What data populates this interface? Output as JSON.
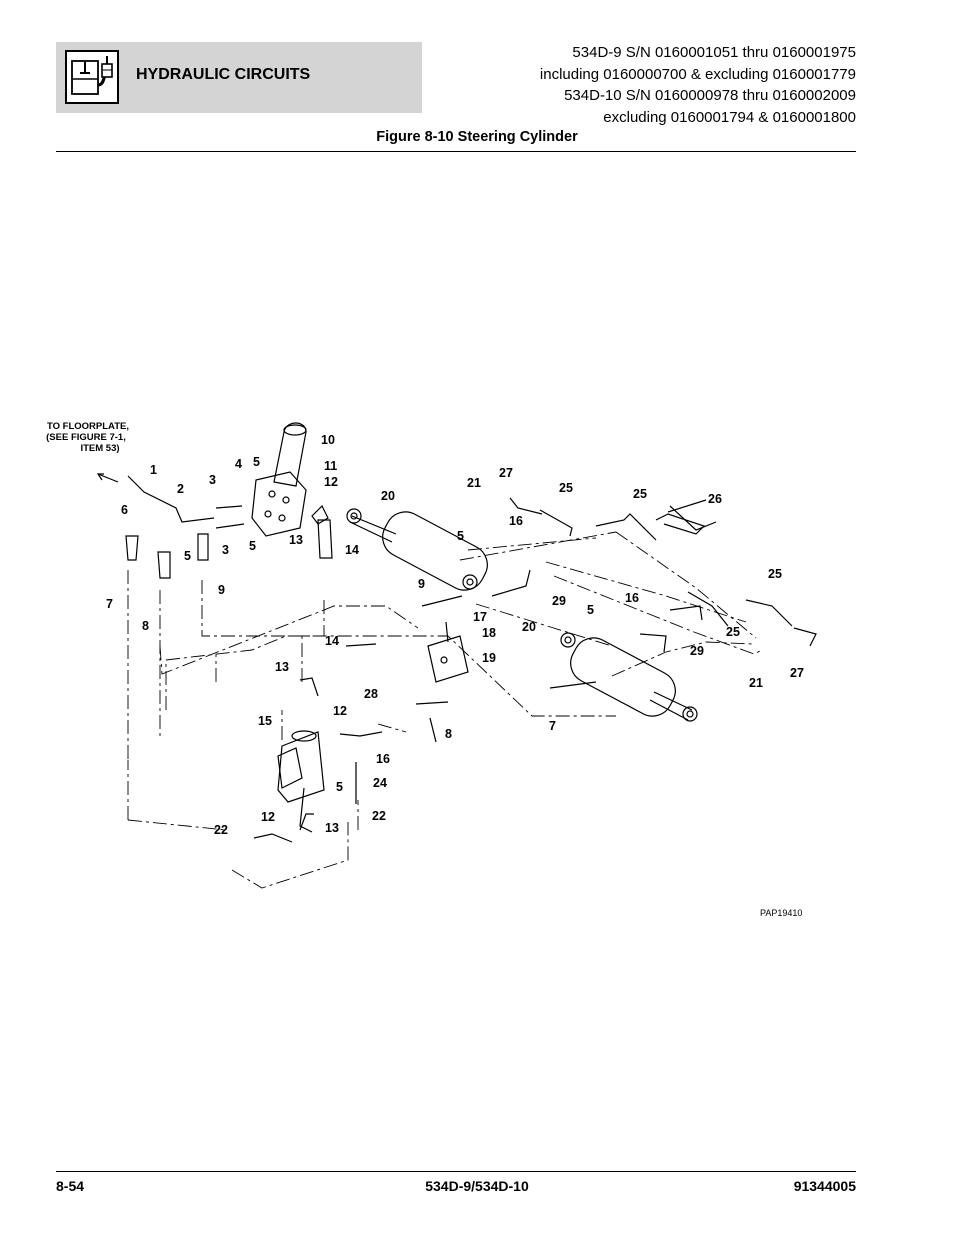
{
  "header": {
    "section_title": "HYDRAULIC CIRCUITS",
    "logo_icon": "hydraulic-circuit-icon",
    "serials": [
      "534D-9 S/N 0160001051 thru 0160001975",
      "including 0160000700 & excluding 0160001779",
      "534D-10 S/N 0160000978 thru 0160002009",
      "excluding 0160001794 & 0160001800"
    ]
  },
  "figure": {
    "title": "Figure 8-10 Steering Cylinder",
    "note_lines": [
      "TO FLOORPLATE,",
      "(SEE FIGURE 7-1,",
      "ITEM 53)"
    ],
    "image_code": "PAP19410",
    "callouts": [
      "10",
      "11",
      "12",
      "1",
      "4",
      "5",
      "3",
      "2",
      "6",
      "5",
      "3",
      "5",
      "13",
      "14",
      "7",
      "8",
      "9",
      "20",
      "21",
      "27",
      "25",
      "25",
      "26",
      "16",
      "5",
      "9",
      "29",
      "25",
      "17",
      "18",
      "19",
      "20",
      "5",
      "16",
      "25",
      "29",
      "21",
      "27",
      "14",
      "13",
      "12",
      "15",
      "28",
      "8",
      "16",
      "24",
      "7",
      "5",
      "22",
      "12",
      "13",
      "22"
    ]
  },
  "footer": {
    "page_number": "8-54",
    "model": "534D-9/534D-10",
    "part_number": "91344005"
  }
}
